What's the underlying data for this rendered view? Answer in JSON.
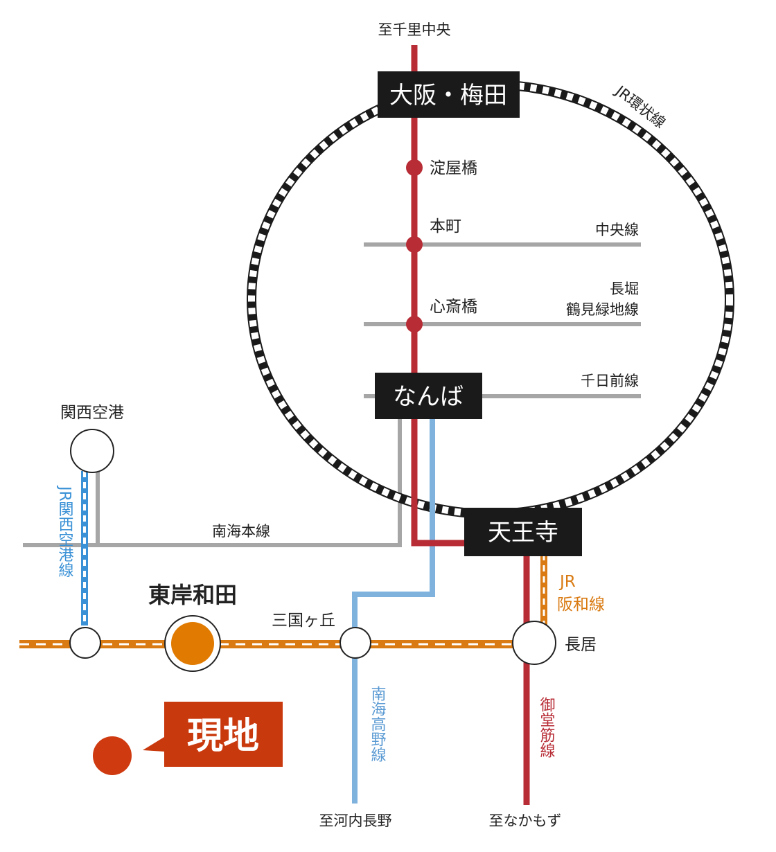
{
  "terminals": {
    "north": "至千里中央",
    "kawachinagano": "至河内長野",
    "nakamozu": "至なかもず"
  },
  "major_stations": {
    "umeda": "大阪・梅田",
    "namba": "なんば",
    "tennoji": "天王寺"
  },
  "midosuji_stations": {
    "yodoyabashi": "淀屋橋",
    "honmachi": "本町",
    "shinsaibashi": "心斎橋"
  },
  "cross_lines": {
    "chuo": "中央線",
    "nagahori_1": "長堀",
    "nagahori_2": "鶴見緑地線",
    "sennichimae": "千日前線"
  },
  "line_names": {
    "loop": "JR環状線",
    "nankai_main": "南海本線",
    "jr_kansai_airport": "JR関西空港線",
    "jr_hanwa_1": "JR",
    "jr_hanwa_2": "阪和線",
    "nankai_koya": "南海高野線",
    "midosuji": "御堂筋線"
  },
  "bottom_stations": {
    "kansai_airport": "関西空港",
    "higashikishiwada": "東岸和田",
    "mikunigaoka": "三国ヶ丘",
    "nagai": "長居"
  },
  "current_location": "現地",
  "colors": {
    "midosuji": "#b72c35",
    "koya": "#7fb3de",
    "hanwa": "#d97a12",
    "airport": "#3a91d6",
    "gray_line": "#a6a6a6",
    "box": "#1a1a1a",
    "current_callout": "#c9390e",
    "current_dot": "#cf3a10",
    "highlight_station": "#e07a00"
  },
  "icons": {
    "current_marker": "location-dot-icon",
    "station": "station-circle-icon"
  }
}
